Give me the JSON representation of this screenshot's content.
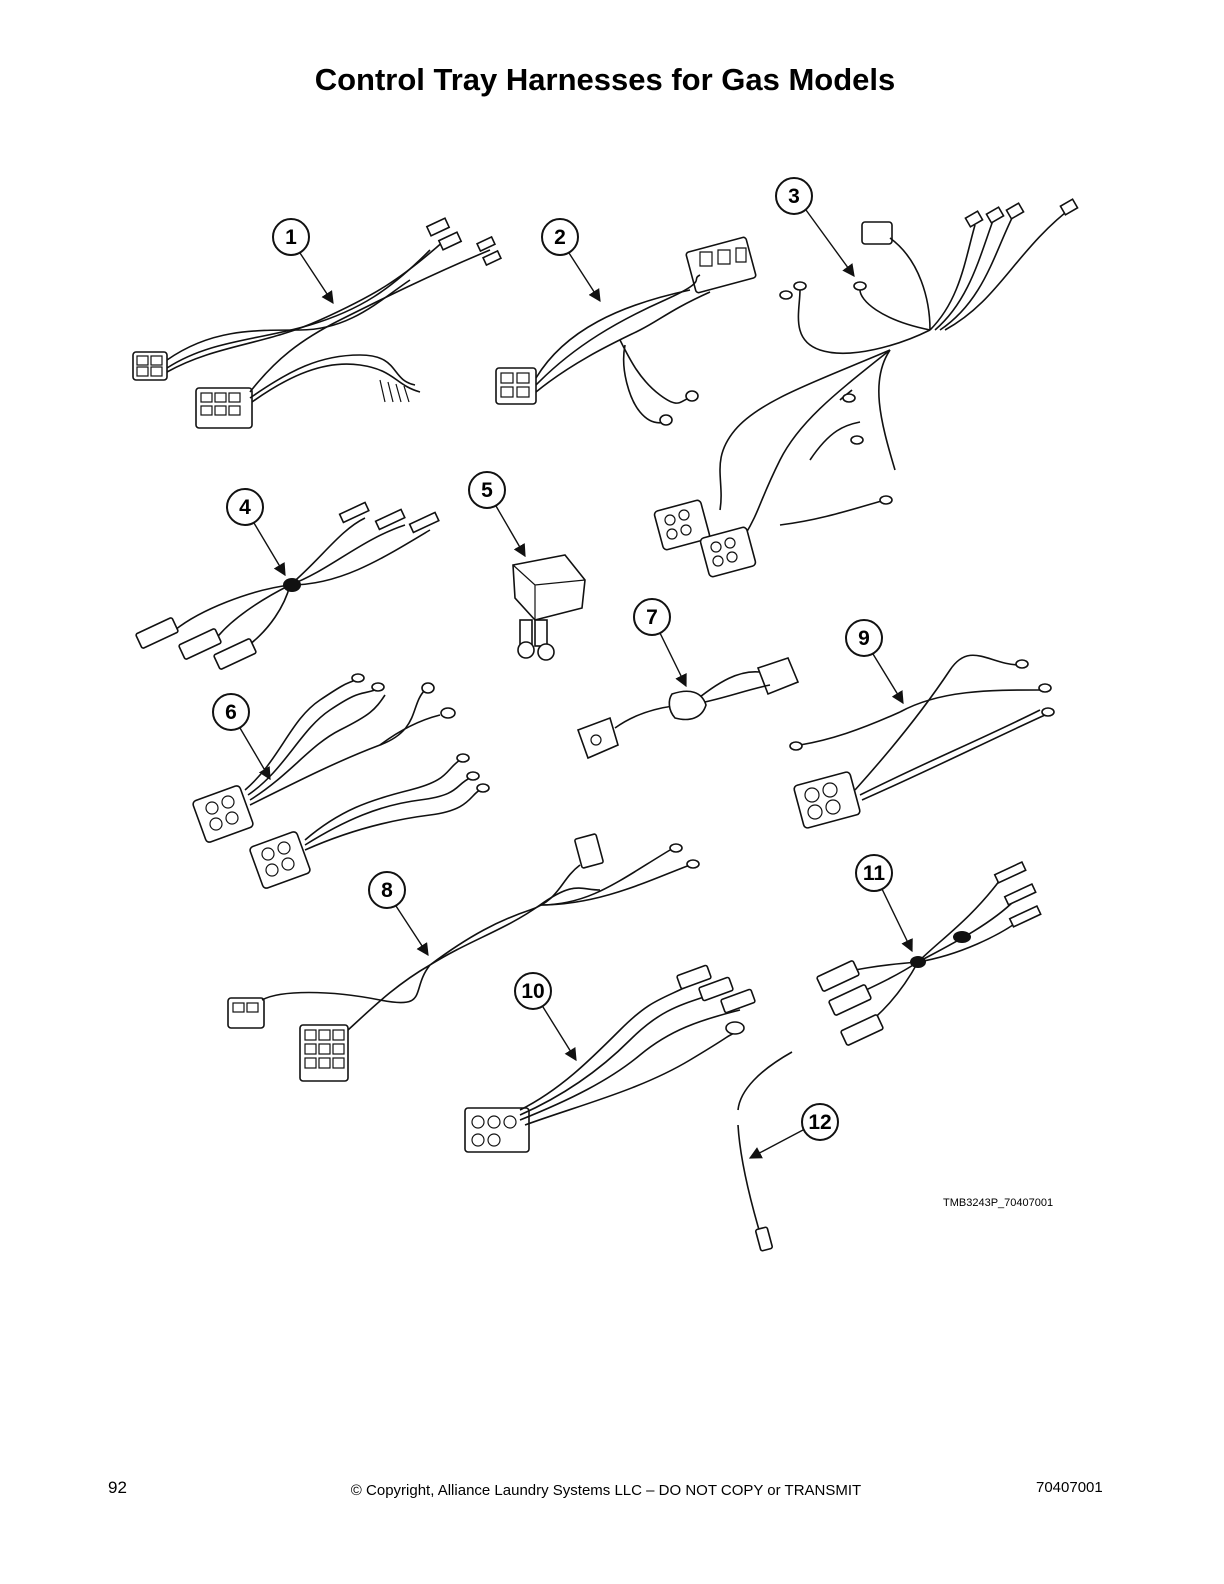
{
  "page": {
    "title": "Control Tray Harnesses for Gas Models",
    "figure_id": "TMB3243P_70407001"
  },
  "callouts": [
    "1",
    "2",
    "3",
    "4",
    "5",
    "6",
    "7",
    "8",
    "9",
    "10",
    "11",
    "12"
  ],
  "footer": {
    "page_number": "92",
    "copyright": "© Copyright, Alliance Laundry Systems LLC – DO NOT COPY or TRANSMIT",
    "doc_number": "70407001"
  }
}
